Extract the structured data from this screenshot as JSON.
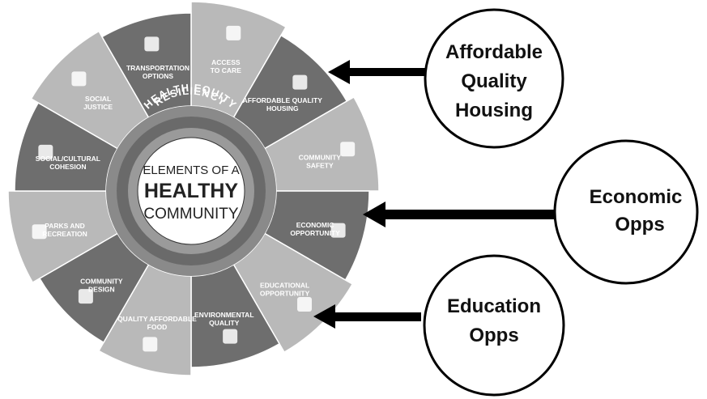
{
  "center": {
    "line1": "ELEMENTS OF A",
    "line2": "HEALTHY",
    "line3": "COMMUNITY"
  },
  "ring": {
    "top_text": "HEALTH EQUITY",
    "bottom_text": "RESILIENCY"
  },
  "segments": [
    {
      "lines": [
        "ACCESS",
        "TO CARE"
      ],
      "icon": "stethoscope-icon",
      "shade": "#b9b9b9",
      "dark": false
    },
    {
      "lines": [
        "AFFORDABLE QUALITY",
        "HOUSING"
      ],
      "icon": "house-in-hand-icon",
      "shade": "#6e6e6e",
      "dark": false
    },
    {
      "lines": [
        "COMMUNITY",
        "SAFETY"
      ],
      "icon": "people-icon",
      "shade": "#b9b9b9",
      "dark": false
    },
    {
      "lines": [
        "ECONOMIC",
        "OPPORTUNITY"
      ],
      "icon": "money-icon",
      "shade": "#6e6e6e",
      "dark": false
    },
    {
      "lines": [
        "EDUCATIONAL",
        "OPPORTUNITY"
      ],
      "icon": "books-icon",
      "shade": "#b9b9b9",
      "dark": false
    },
    {
      "lines": [
        "ENVIRONMENTAL",
        "QUALITY"
      ],
      "icon": "leaf-in-hand-icon",
      "shade": "#6e6e6e",
      "dark": false
    },
    {
      "lines": [
        "QUALITY AFFORDABLE",
        "FOOD"
      ],
      "icon": "fork-knife-icon",
      "shade": "#b9b9b9",
      "dark": false
    },
    {
      "lines": [
        "COMMUNITY",
        "DESIGN"
      ],
      "icon": "walking-person-icon",
      "shade": "#6e6e6e",
      "dark": false
    },
    {
      "lines": [
        "PARKS AND",
        "RECREATION"
      ],
      "icon": "tree-bench-icon",
      "shade": "#b9b9b9",
      "dark": false
    },
    {
      "lines": [
        "SOCIAL/CULTURAL",
        "COHESION"
      ],
      "icon": "people-grid-icon",
      "shade": "#6e6e6e",
      "dark": false
    },
    {
      "lines": [
        "SOCIAL",
        "JUSTICE"
      ],
      "icon": "scales-icon",
      "shade": "#b9b9b9",
      "dark": false
    },
    {
      "lines": [
        "TRANSPORTATION",
        "OPTIONS"
      ],
      "icon": "bus-icon",
      "shade": "#6e6e6e",
      "dark": false
    }
  ],
  "callouts": [
    {
      "lines": [
        "Affordable",
        "Quality",
        "Housing"
      ]
    },
    {
      "lines": [
        "Economic",
        "Opps"
      ]
    },
    {
      "lines": [
        "Education",
        "Opps"
      ]
    }
  ]
}
